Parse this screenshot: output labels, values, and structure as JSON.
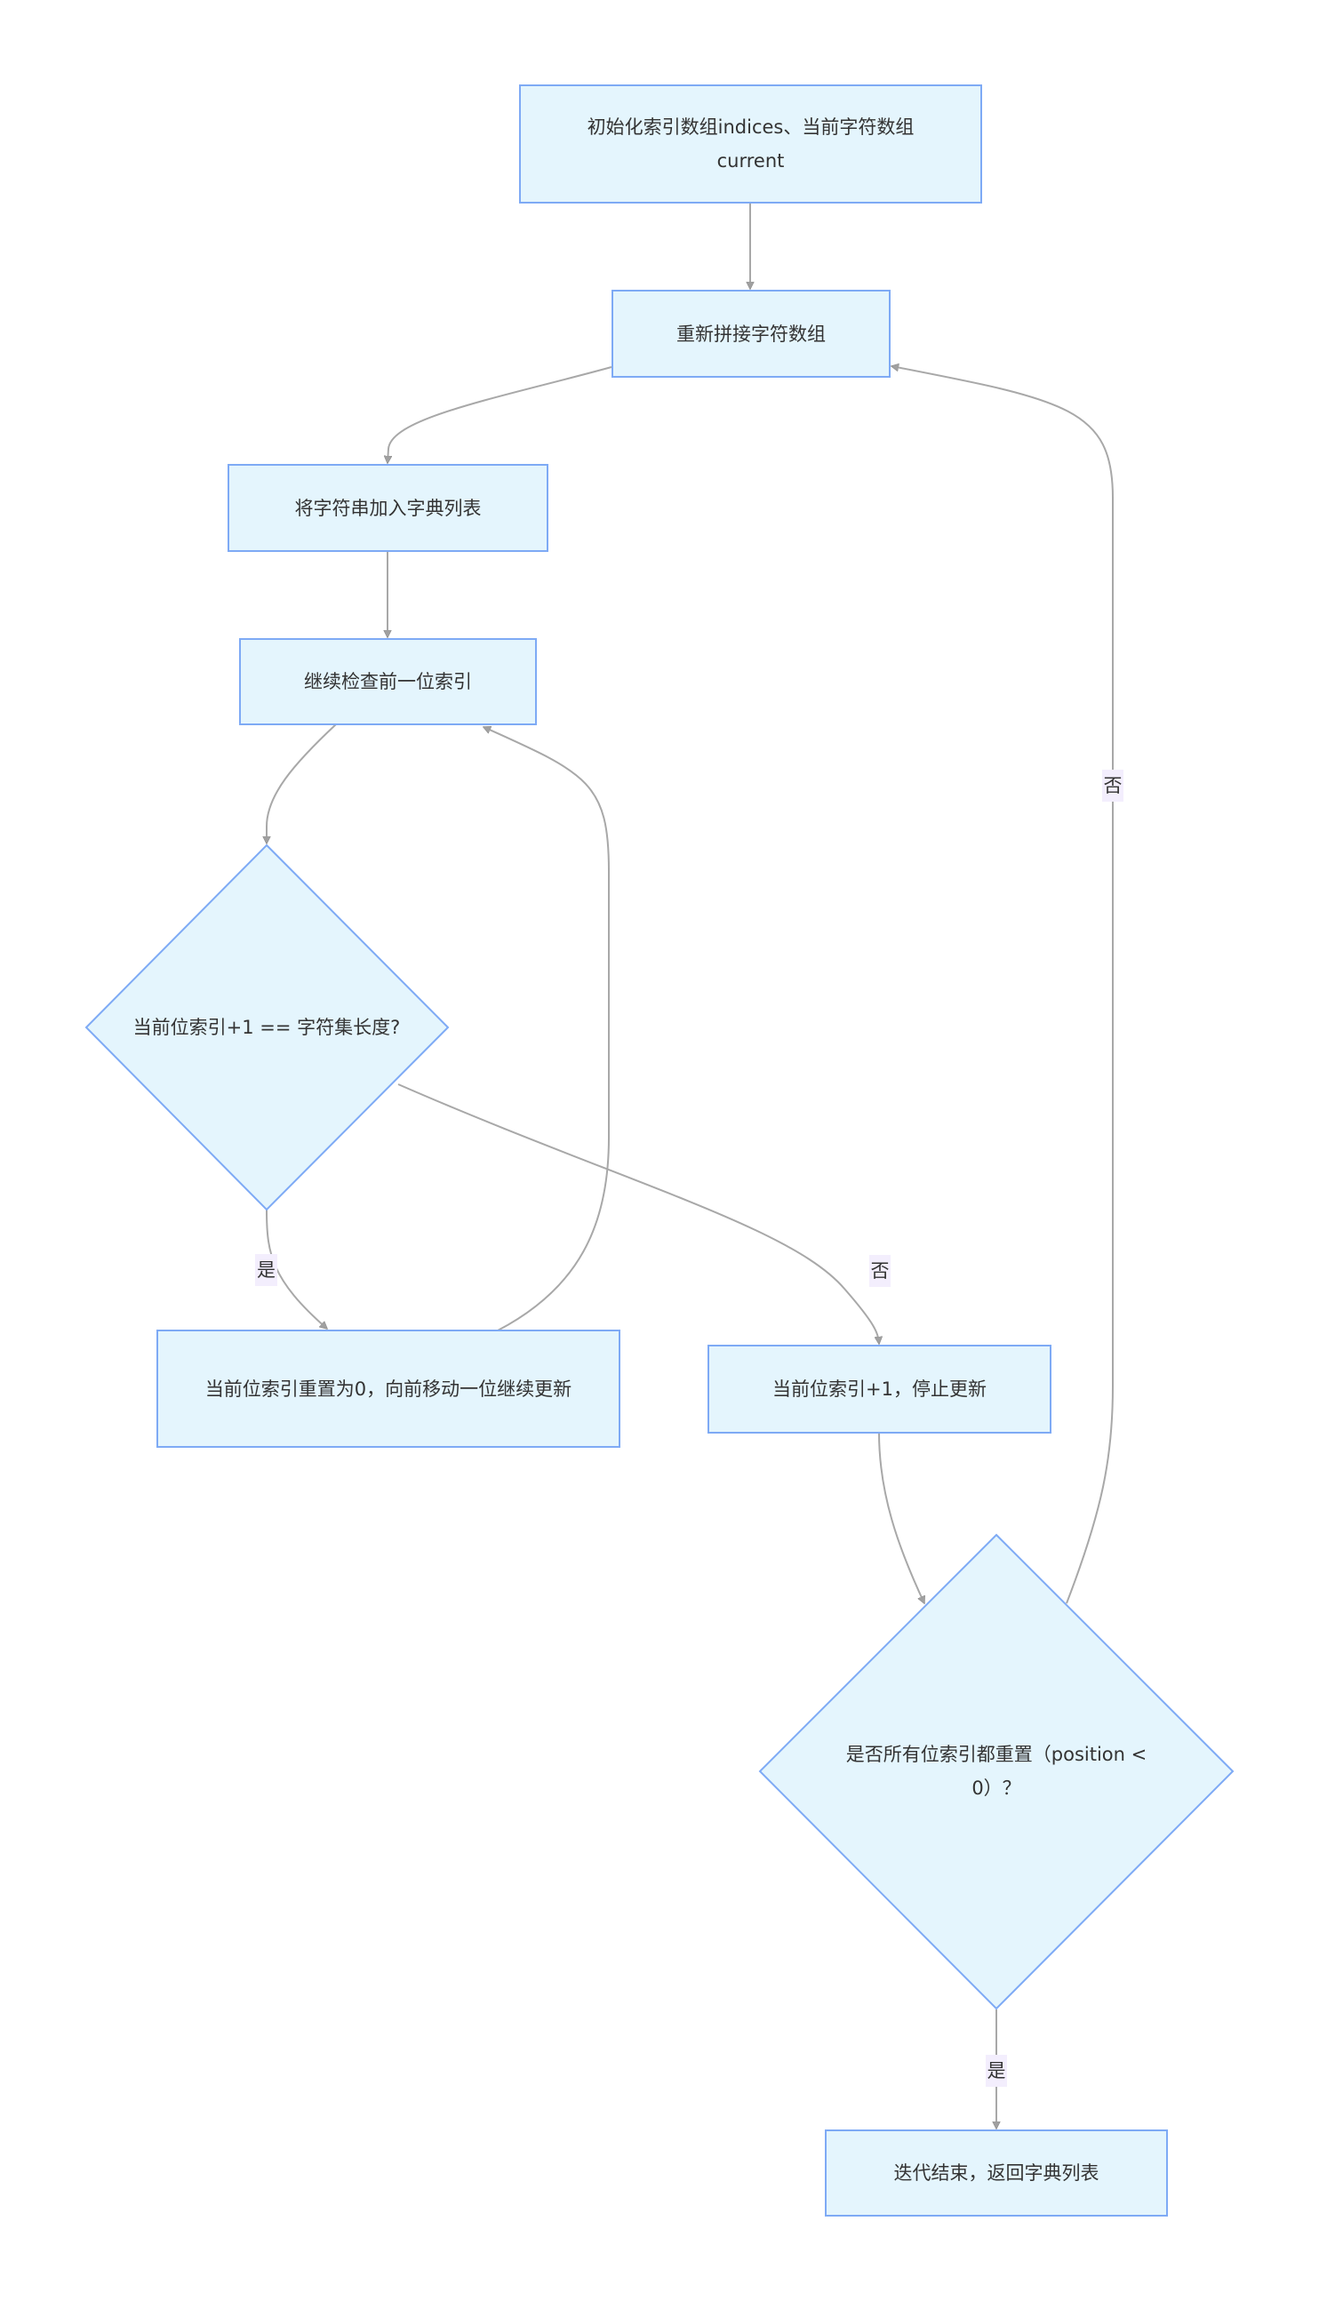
{
  "diagram": {
    "type": "flowchart",
    "colors": {
      "node_fill": "#e4f5fd",
      "node_stroke": "#7eaaf5",
      "edge_stroke": "#a8a8a8",
      "edge_label_bg": "#f3eefd",
      "text": "#333333"
    },
    "nodes": {
      "init": {
        "label": "初始化索引数组indices、当前字符数组current",
        "shape": "rect"
      },
      "join": {
        "label": "重新拼接字符数组",
        "shape": "rect"
      },
      "add": {
        "label": "将字符串加入字典列表",
        "shape": "rect"
      },
      "check_prev": {
        "label": "继续检查前一位索引",
        "shape": "rect"
      },
      "cond_len": {
        "label": "当前位索引+1 == 字符集长度?",
        "shape": "diamond"
      },
      "reset": {
        "label": "当前位索引重置为0，向前移动一位继续更新",
        "shape": "rect"
      },
      "inc": {
        "label": "当前位索引+1，停止更新",
        "shape": "rect"
      },
      "cond_all": {
        "label": "是否所有位索引都重置（position < 0）？",
        "shape": "diamond"
      },
      "end": {
        "label": "迭代结束，返回字典列表",
        "shape": "rect"
      }
    },
    "edges": [
      {
        "from": "init",
        "to": "join",
        "label": ""
      },
      {
        "from": "join",
        "to": "add",
        "label": ""
      },
      {
        "from": "add",
        "to": "check_prev",
        "label": ""
      },
      {
        "from": "check_prev",
        "to": "cond_len",
        "label": ""
      },
      {
        "from": "cond_len",
        "to": "reset",
        "label": "是"
      },
      {
        "from": "cond_len",
        "to": "inc",
        "label": "否"
      },
      {
        "from": "reset",
        "to": "check_prev",
        "label": ""
      },
      {
        "from": "inc",
        "to": "cond_all",
        "label": ""
      },
      {
        "from": "cond_all",
        "to": "join",
        "label": "否"
      },
      {
        "from": "cond_all",
        "to": "end",
        "label": "是"
      }
    ],
    "edge_labels": {
      "yes_reset": "是",
      "no_inc": "否",
      "no_loop": "否",
      "yes_end": "是"
    }
  }
}
